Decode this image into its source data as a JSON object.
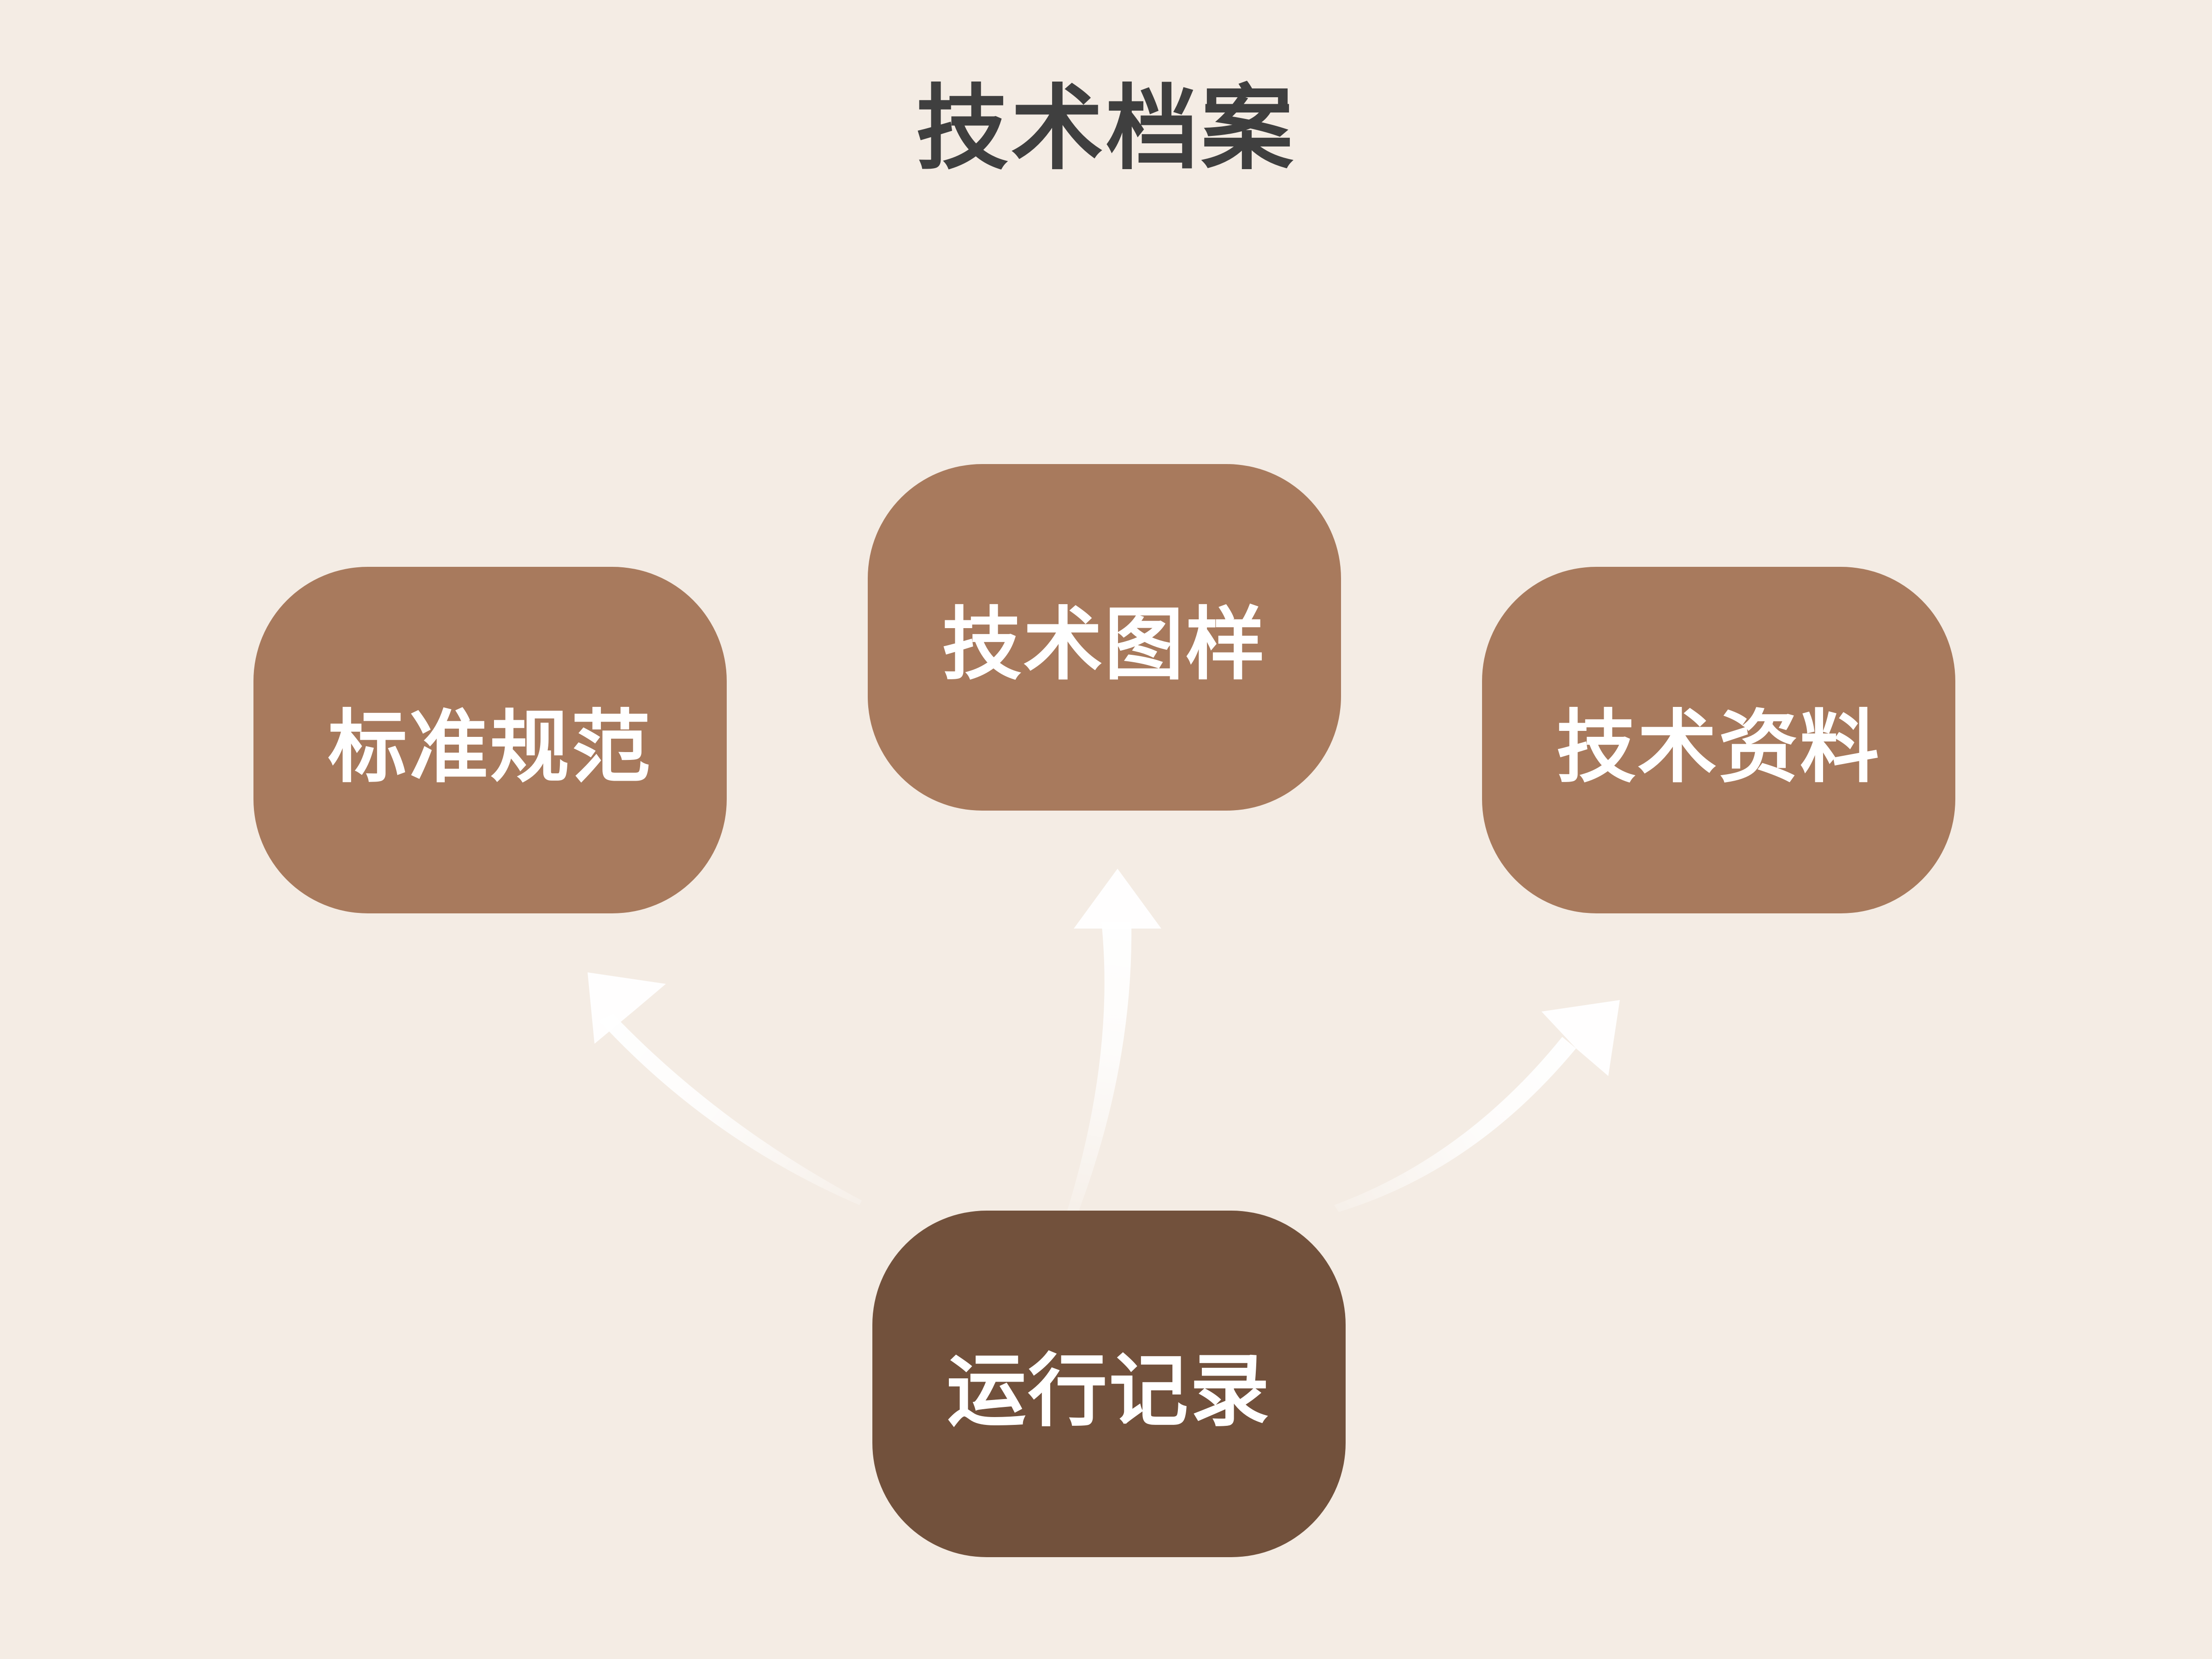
{
  "title": "技术档案",
  "nodes": {
    "standards": "标准规范",
    "drawings": "技术图样",
    "materials": "技术资料",
    "records": "运行记录"
  },
  "colors": {
    "background": "#f4ece4",
    "node": "#a87a5d",
    "source_node": "#72513c",
    "title": "#3f3f3f",
    "arrow": "#ffffff"
  },
  "edges": [
    {
      "from": "records",
      "to": "standards"
    },
    {
      "from": "records",
      "to": "drawings"
    },
    {
      "from": "records",
      "to": "materials"
    }
  ]
}
